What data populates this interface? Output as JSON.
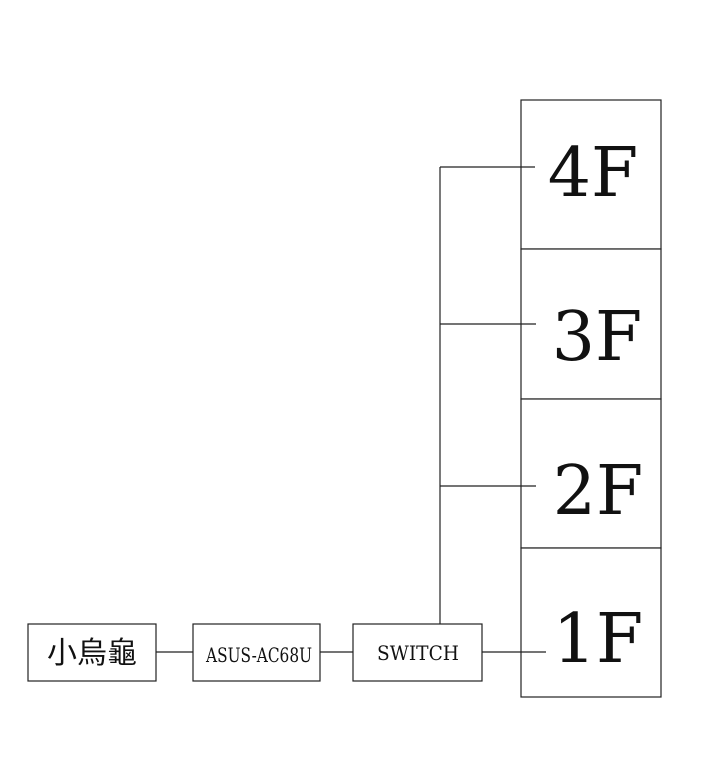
{
  "devices": {
    "modem": "小烏龜",
    "router": "ASUS-AC68U",
    "switch": "SWITCH"
  },
  "floors": [
    "4F",
    "3F",
    "2F",
    "1F"
  ]
}
